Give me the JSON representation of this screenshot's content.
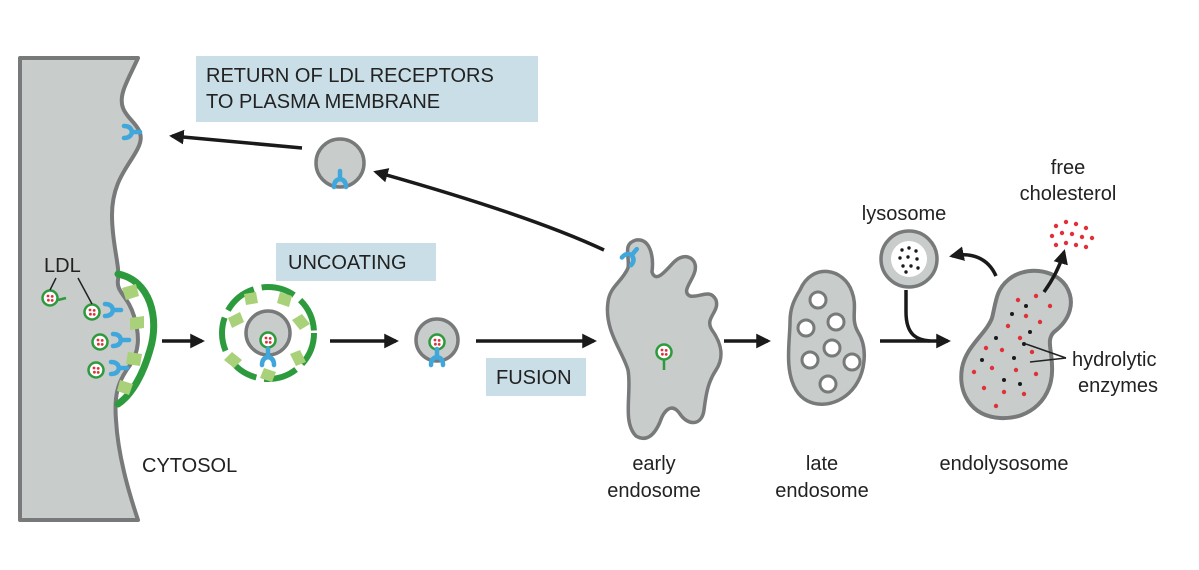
{
  "labels": {
    "return_line1": "RETURN OF LDL RECEPTORS",
    "return_line2": "TO PLASMA MEMBRANE",
    "uncoating": "UNCOATING",
    "fusion": "FUSION",
    "ldl": "LDL",
    "cytosol": "CYTOSOL",
    "early_line1": "early",
    "early_line2": "endosome",
    "late_line1": "late",
    "late_line2": "endosome",
    "endolysosome": "endolysosome",
    "lysosome": "lysosome",
    "free_line1": "free",
    "free_line2": "cholesterol",
    "hydrolytic_line1": "hydrolytic",
    "hydrolytic_line2": "enzymes"
  },
  "colors": {
    "membrane_fill": "#c8ccca",
    "membrane_stroke": "#77797a",
    "caption_box": "#c9dee6",
    "clathrin_coat": "#2e9a3e",
    "clathrin_light": "#a9d17a",
    "receptor": "#3fa7db",
    "ldl_red": "#e0303a",
    "arrow": "#1a1a1a"
  }
}
